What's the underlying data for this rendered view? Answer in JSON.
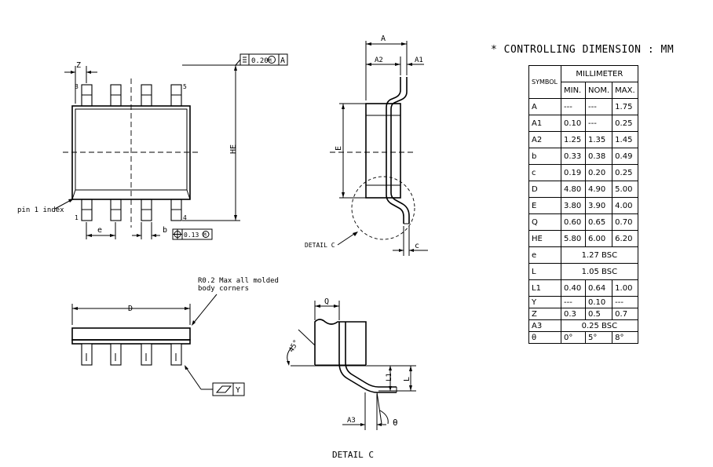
{
  "controlling_dimension": "* CONTROLLING DIMENSION : MM",
  "table": {
    "symbol_header": "SYMBOL",
    "group_header": "MILLIMETER",
    "col_headers": [
      "MIN.",
      "NOM.",
      "MAX."
    ],
    "rows": [
      {
        "symbol": "A",
        "min": "---",
        "nom": "---",
        "max": "1.75"
      },
      {
        "symbol": "A1",
        "min": "0.10",
        "nom": "---",
        "max": "0.25"
      },
      {
        "symbol": "A2",
        "min": "1.25",
        "nom": "1.35",
        "max": "1.45"
      },
      {
        "symbol": "b",
        "min": "0.33",
        "nom": "0.38",
        "max": "0.49"
      },
      {
        "symbol": "c",
        "min": "0.19",
        "nom": "0.20",
        "max": "0.25"
      },
      {
        "symbol": "D",
        "min": "4.80",
        "nom": "4.90",
        "max": "5.00"
      },
      {
        "symbol": "E",
        "min": "3.80",
        "nom": "3.90",
        "max": "4.00"
      },
      {
        "symbol": "Q",
        "min": "0.60",
        "nom": "0.65",
        "max": "0.70"
      },
      {
        "symbol": "HE",
        "min": "5.80",
        "nom": "6.00",
        "max": "6.20"
      },
      {
        "symbol": "e",
        "span": "1.27 BSC"
      },
      {
        "symbol": "L",
        "span": "1.05 BSC"
      },
      {
        "symbol": "L1",
        "min": "0.40",
        "nom": "0.64",
        "max": "1.00"
      },
      {
        "symbol": "Y",
        "min": "---",
        "nom": "0.10",
        "max": "---"
      },
      {
        "symbol": "Z",
        "min": "0.3",
        "nom": "0.5",
        "max": "0.7"
      },
      {
        "symbol": "A3",
        "span": "0.25 BSC"
      },
      {
        "symbol": "θ",
        "min": "0°",
        "nom": "5°",
        "max": "8°"
      }
    ]
  },
  "top_view": {
    "z_label": "Z",
    "pin8": "8",
    "pin5": "5",
    "pin1": "1",
    "pin4": "4",
    "pin1_index": "pin 1 index",
    "e_label": "e",
    "b_label": "b",
    "he_label": "HE",
    "tol_top": {
      "value": "0.20",
      "mod": "M",
      "datum": "A"
    },
    "tol_pos": {
      "value": "0.13",
      "mod": "M"
    }
  },
  "side_view": {
    "a_label": "A",
    "a2_label": "A2",
    "a1_label": "A1",
    "e_label": "E",
    "detail_c_label": "DETAIL C",
    "c_label": "c"
  },
  "front_view": {
    "d_label": "D",
    "note_line1": "R0.2 Max all molded",
    "note_line2": "body corners",
    "flatness_label": "Y"
  },
  "detail": {
    "q_label": "Q",
    "angle_label": "45°",
    "l1_label": "L1",
    "l_label": "L",
    "a3_label": "A3",
    "theta_label": "θ",
    "title": "DETAIL C"
  }
}
